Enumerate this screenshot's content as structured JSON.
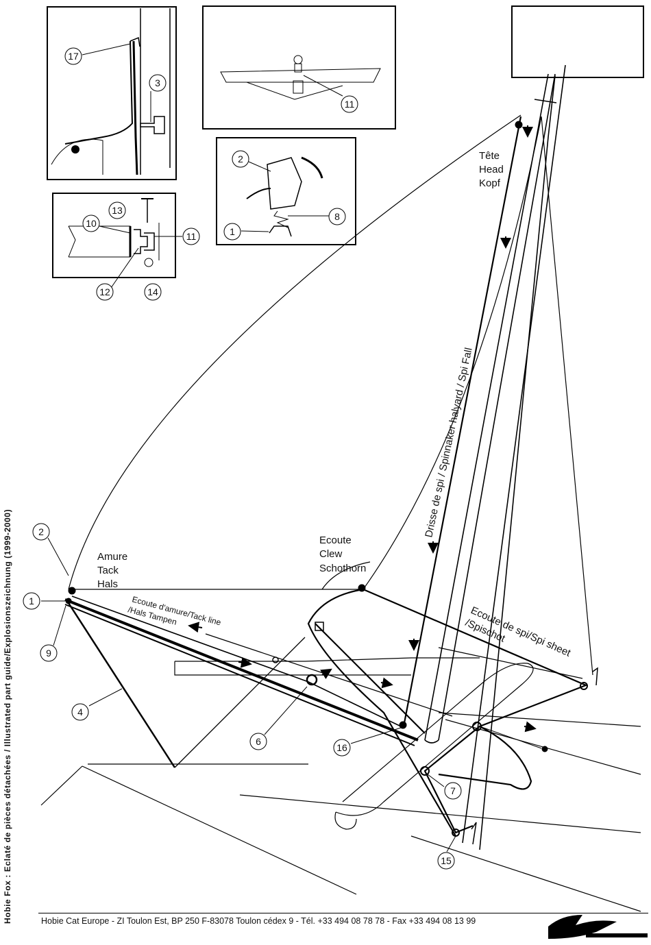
{
  "side_title": "Hobie  Fox  :  Eclaté  de  pièces  détachées  /  Illustrated  part  guide/Explosionszeichnung  (1999-2000)",
  "footer": "Hobie Cat Europe - ZI Toulon Est, BP 250 F-83078 Toulon cédex 9 - Tél. +33 494 08 78 78 - Fax +33 494 08 13 99",
  "labels": {
    "head": [
      "Tête",
      "Head",
      "Kopf"
    ],
    "tack": [
      "Amure",
      "Tack",
      "Hals"
    ],
    "clew": [
      "Ecoute",
      "Clew",
      "Schothorn"
    ],
    "tack_line": [
      "Ecoute d'amure/Tack line",
      "/Hals Tampen"
    ],
    "spi_sheet": [
      "Ecoute de spi/Spi sheet",
      "/Spischot"
    ],
    "halyard": "Drisse de spi / Spinnaker halyard / Spi Fall"
  },
  "parts": {
    "p17": "17",
    "p3": "3",
    "p11a": "11",
    "p2a": "2",
    "p8": "8",
    "p1a": "1",
    "p13": "13",
    "p10": "10",
    "p11b": "11",
    "p12": "12",
    "p14": "14",
    "p2b": "2",
    "p1b": "1",
    "p9": "9",
    "p4": "4",
    "p6": "6",
    "p16": "16",
    "p7": "7",
    "p15": "15"
  }
}
